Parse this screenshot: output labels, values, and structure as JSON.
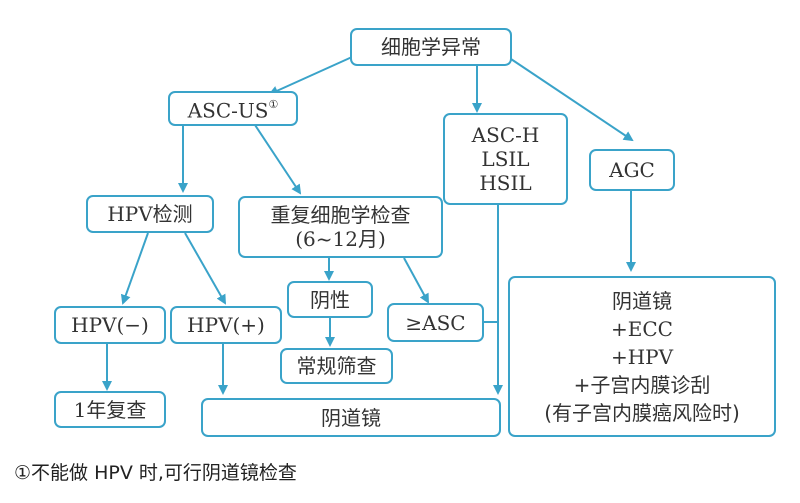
{
  "diagram": {
    "nodes": {
      "root": "细胞学异常",
      "ascus": "ASC-US",
      "ascus_note": "①",
      "high": [
        "ASC-H",
        "LSIL",
        "HSIL"
      ],
      "agc": "AGC",
      "hpv_test": "HPV检测",
      "repeat": [
        "重复细胞学检查",
        "(6~12月)"
      ],
      "hpv_neg": "HPV(−)",
      "hpv_pos": "HPV(+)",
      "negative": "阴性",
      "ge_asc": "≥ASC",
      "routine": "常规筛查",
      "one_year": "1年复查",
      "colposcopy": "阴道镜",
      "agc_plan": [
        "阴道镜",
        "+ECC",
        "+HPV",
        "+子宫内膜诊刮",
        "(有子宫内膜癌风险时)"
      ]
    },
    "edges": [
      [
        "root",
        "ascus"
      ],
      [
        "root",
        "high"
      ],
      [
        "root",
        "agc"
      ],
      [
        "ascus",
        "hpv_test"
      ],
      [
        "ascus",
        "repeat"
      ],
      [
        "hpv_test",
        "hpv_neg"
      ],
      [
        "hpv_test",
        "hpv_pos"
      ],
      [
        "repeat",
        "negative"
      ],
      [
        "repeat",
        "ge_asc"
      ],
      [
        "negative",
        "routine"
      ],
      [
        "hpv_neg",
        "one_year"
      ],
      [
        "hpv_pos",
        "colposcopy"
      ],
      [
        "ge_asc",
        "colposcopy"
      ],
      [
        "high",
        "colposcopy"
      ],
      [
        "agc",
        "agc_plan"
      ]
    ],
    "colors": {
      "line": "#3aa3c9",
      "text": "#333333"
    }
  },
  "footnote": "①不能做 HPV 时,可行阴道镜检查"
}
